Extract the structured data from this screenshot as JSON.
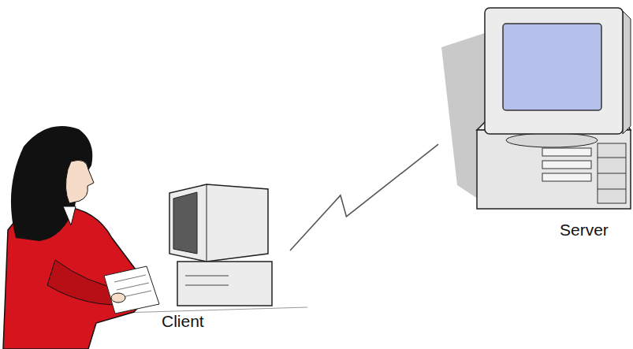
{
  "diagram": {
    "nodes": [
      {
        "text": [
          "Client"
        ]
      },
      {
        "text": [
          "Server"
        ]
      }
    ],
    "edges": [
      {
        "from": 0,
        "to": 1,
        "arrow": "none"
      }
    ]
  }
}
